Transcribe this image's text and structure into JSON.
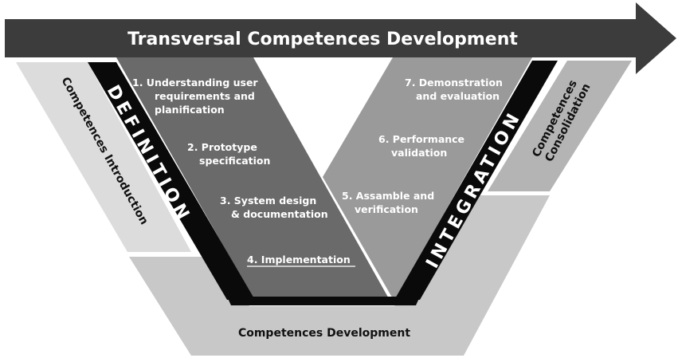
{
  "header": {
    "title": "Transversal Competences Development"
  },
  "bands": {
    "introduction": "Competences Introduction",
    "development": "Competences Development",
    "consolidation_line1": "Competences",
    "consolidation_line2": "Consolidation"
  },
  "phases": {
    "definition": "DEFINITION",
    "integration": "INTEGRATION"
  },
  "steps": {
    "s1_line1": "1. Understanding user",
    "s1_line2": "requirements and",
    "s1_line3": "planification",
    "s2_line1": "2. Prototype",
    "s2_line2": "specification",
    "s3_line1": "3. System design",
    "s3_line2": "& documentation",
    "s4_line1": "4. Implementation",
    "s5_line1": "5. Assamble and",
    "s5_line2": "verification",
    "s6_line1": "6. Performance",
    "s6_line2": "validation",
    "s7_line1": "7.  Demonstration",
    "s7_line2": "and evaluation"
  },
  "colors": {
    "arrow": "#3c3c3c",
    "band_light": "#d6d6d6",
    "band_mid": "#bdbdbd",
    "left_arm": "#6a6a6a",
    "right_arm": "#9a9a9a",
    "bar": "#0a0a0a"
  }
}
